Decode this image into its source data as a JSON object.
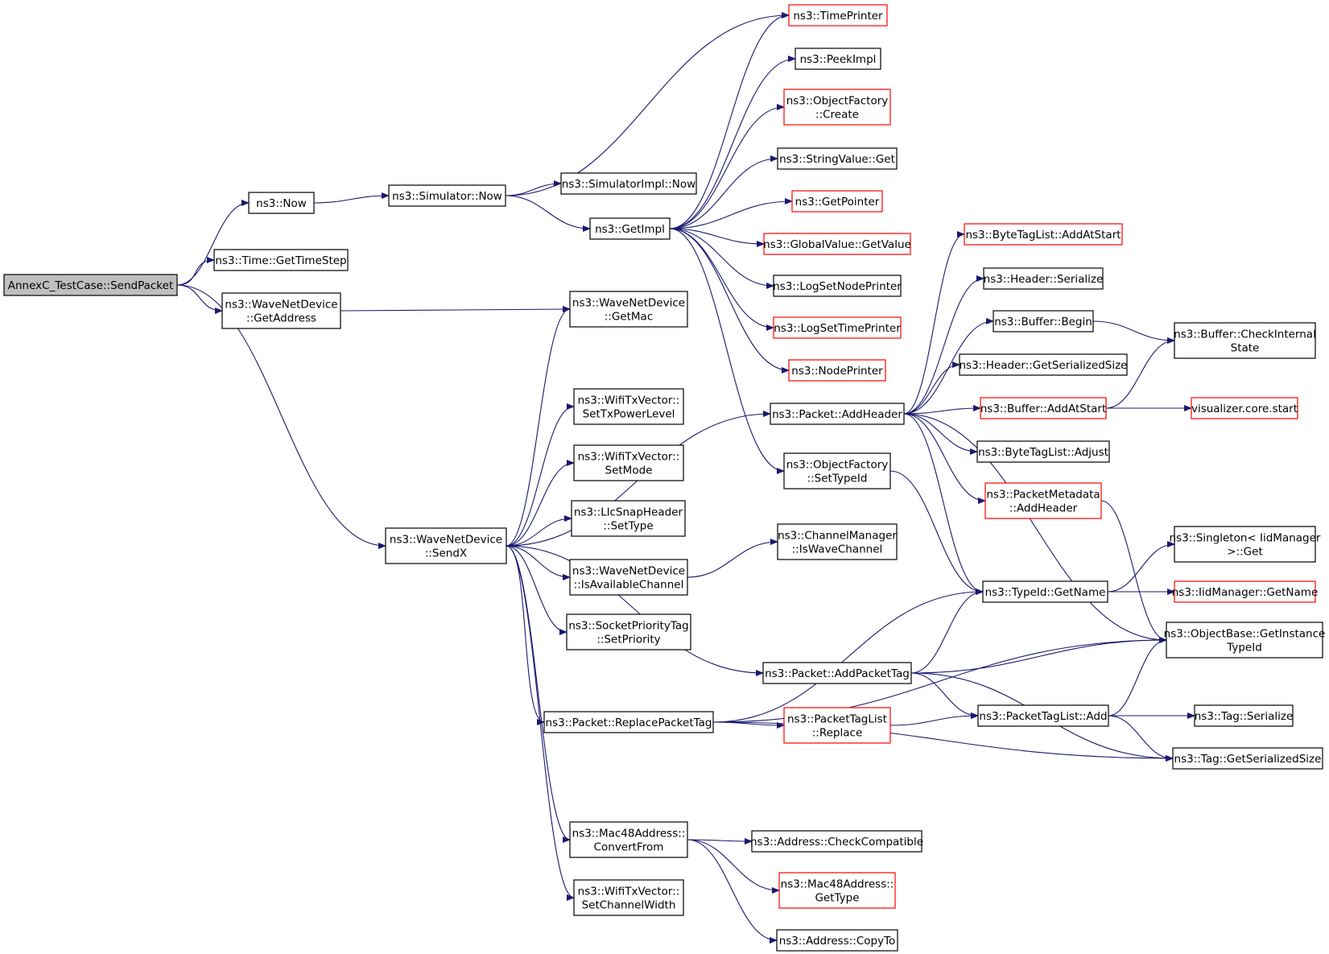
{
  "colors": {
    "edge": "#191970",
    "node_border": "#000000",
    "node_border_truncated": "#ff0000",
    "root_fill": "#bfbfbf",
    "node_fill": "#ffffff"
  },
  "nodes": [
    {
      "id": "n0",
      "lines": [
        "AnnexC_TestCase::SendPacket"
      ],
      "style": "root"
    },
    {
      "id": "n1",
      "lines": [
        "ns3::Now"
      ]
    },
    {
      "id": "n2",
      "lines": [
        "ns3::Time::GetTimeStep"
      ]
    },
    {
      "id": "n3",
      "lines": [
        "ns3::WaveNetDevice",
        "::GetAddress"
      ]
    },
    {
      "id": "n4",
      "lines": [
        "ns3::WaveNetDevice",
        "::SendX"
      ]
    },
    {
      "id": "n5",
      "lines": [
        "ns3::Simulator::Now"
      ]
    },
    {
      "id": "n6",
      "lines": [
        "ns3::TimePrinter"
      ],
      "style": "truncated"
    },
    {
      "id": "n7",
      "lines": [
        "ns3::SimulatorImpl::Now"
      ]
    },
    {
      "id": "n8",
      "lines": [
        "ns3::GetImpl"
      ]
    },
    {
      "id": "n9",
      "lines": [
        "ns3::PeekImpl"
      ]
    },
    {
      "id": "n10",
      "lines": [
        "ns3::ObjectFactory",
        "::Create"
      ],
      "style": "truncated"
    },
    {
      "id": "n11",
      "lines": [
        "ns3::StringValue::Get"
      ]
    },
    {
      "id": "n12",
      "lines": [
        "ns3::GetPointer"
      ],
      "style": "truncated"
    },
    {
      "id": "n13",
      "lines": [
        "ns3::GlobalValue::GetValue"
      ],
      "style": "truncated"
    },
    {
      "id": "n14",
      "lines": [
        "ns3::LogSetNodePrinter"
      ]
    },
    {
      "id": "n15",
      "lines": [
        "ns3::LogSetTimePrinter"
      ],
      "style": "truncated"
    },
    {
      "id": "n16",
      "lines": [
        "ns3::NodePrinter"
      ],
      "style": "truncated"
    },
    {
      "id": "n17",
      "lines": [
        "ns3::ObjectFactory",
        "::SetTypeId"
      ]
    },
    {
      "id": "n18",
      "lines": [
        "ns3::TypeId::GetName"
      ]
    },
    {
      "id": "n19",
      "lines": [
        "ns3::WaveNetDevice",
        "::GetMac"
      ]
    },
    {
      "id": "n20",
      "lines": [
        "ns3::WifiTxVector::",
        "SetTxPowerLevel"
      ]
    },
    {
      "id": "n21",
      "lines": [
        "ns3::WifiTxVector::",
        "SetMode"
      ]
    },
    {
      "id": "n22",
      "lines": [
        "ns3::LlcSnapHeader",
        "::SetType"
      ]
    },
    {
      "id": "n23",
      "lines": [
        "ns3::WaveNetDevice",
        "::IsAvailableChannel"
      ]
    },
    {
      "id": "n24",
      "lines": [
        "ns3::SocketPriorityTag",
        "::SetPriority"
      ]
    },
    {
      "id": "n25",
      "lines": [
        "ns3::Packet::ReplacePacketTag"
      ]
    },
    {
      "id": "n26",
      "lines": [
        "ns3::Mac48Address::",
        "ConvertFrom"
      ]
    },
    {
      "id": "n27",
      "lines": [
        "ns3::WifiTxVector::",
        "SetChannelWidth"
      ]
    },
    {
      "id": "n28",
      "lines": [
        "ns3::Packet::AddHeader"
      ]
    },
    {
      "id": "n29",
      "lines": [
        "ns3::Packet::AddPacketTag"
      ]
    },
    {
      "id": "n30",
      "lines": [
        "ns3::ChannelManager",
        "::IsWaveChannel"
      ]
    },
    {
      "id": "n31",
      "lines": [
        "ns3::PacketTagList",
        "::Replace"
      ],
      "style": "truncated"
    },
    {
      "id": "n32",
      "lines": [
        "ns3::Address::CheckCompatible"
      ]
    },
    {
      "id": "n33",
      "lines": [
        "ns3::Mac48Address::",
        "GetType"
      ],
      "style": "truncated"
    },
    {
      "id": "n34",
      "lines": [
        "ns3::Address::CopyTo"
      ]
    },
    {
      "id": "n35",
      "lines": [
        "ns3::ByteTagList::AddAtStart"
      ],
      "style": "truncated"
    },
    {
      "id": "n36",
      "lines": [
        "ns3::Header::Serialize"
      ]
    },
    {
      "id": "n37",
      "lines": [
        "ns3::Buffer::Begin"
      ]
    },
    {
      "id": "n38",
      "lines": [
        "ns3::Header::GetSerializedSize"
      ]
    },
    {
      "id": "n39",
      "lines": [
        "ns3::Buffer::AddAtStart"
      ],
      "style": "truncated"
    },
    {
      "id": "n40",
      "lines": [
        "ns3::ByteTagList::Adjust"
      ]
    },
    {
      "id": "n41",
      "lines": [
        "ns3::PacketMetadata",
        "::AddHeader"
      ],
      "style": "truncated"
    },
    {
      "id": "n42",
      "lines": [
        "ns3::Buffer::CheckInternal",
        "State"
      ]
    },
    {
      "id": "n43",
      "lines": [
        "visualizer.core.start"
      ],
      "style": "truncated"
    },
    {
      "id": "n44",
      "lines": [
        "ns3::PacketTagList::Add"
      ]
    },
    {
      "id": "n45",
      "lines": [
        "ns3::Singleton< IidManager",
        ">::Get"
      ]
    },
    {
      "id": "n46",
      "lines": [
        "ns3::IidManager::GetName"
      ],
      "style": "truncated"
    },
    {
      "id": "n47",
      "lines": [
        "ns3::ObjectBase::GetInstance",
        "TypeId"
      ]
    },
    {
      "id": "n48",
      "lines": [
        "ns3::Tag::Serialize"
      ]
    },
    {
      "id": "n49",
      "lines": [
        "ns3::Tag::GetSerializedSize"
      ]
    }
  ],
  "edges": [
    [
      "n0",
      "n1"
    ],
    [
      "n0",
      "n2"
    ],
    [
      "n0",
      "n3"
    ],
    [
      "n0",
      "n4"
    ],
    [
      "n1",
      "n5"
    ],
    [
      "n5",
      "n6"
    ],
    [
      "n5",
      "n7"
    ],
    [
      "n5",
      "n8"
    ],
    [
      "n8",
      "n6"
    ],
    [
      "n8",
      "n9"
    ],
    [
      "n8",
      "n10"
    ],
    [
      "n8",
      "n11"
    ],
    [
      "n8",
      "n12"
    ],
    [
      "n8",
      "n13"
    ],
    [
      "n8",
      "n14"
    ],
    [
      "n8",
      "n15"
    ],
    [
      "n8",
      "n16"
    ],
    [
      "n8",
      "n17"
    ],
    [
      "n3",
      "n19"
    ],
    [
      "n4",
      "n19"
    ],
    [
      "n4",
      "n20"
    ],
    [
      "n4",
      "n21"
    ],
    [
      "n4",
      "n22"
    ],
    [
      "n4",
      "n23"
    ],
    [
      "n4",
      "n24"
    ],
    [
      "n4",
      "n25"
    ],
    [
      "n4",
      "n26"
    ],
    [
      "n4",
      "n27"
    ],
    [
      "n4",
      "n28"
    ],
    [
      "n4",
      "n29"
    ],
    [
      "n23",
      "n30"
    ],
    [
      "n28",
      "n35"
    ],
    [
      "n28",
      "n36"
    ],
    [
      "n28",
      "n37"
    ],
    [
      "n28",
      "n38"
    ],
    [
      "n28",
      "n39"
    ],
    [
      "n28",
      "n40"
    ],
    [
      "n28",
      "n41"
    ],
    [
      "n28",
      "n18"
    ],
    [
      "n28",
      "n47"
    ],
    [
      "n37",
      "n42"
    ],
    [
      "n39",
      "n42"
    ],
    [
      "n39",
      "n43"
    ],
    [
      "n17",
      "n18"
    ],
    [
      "n41",
      "n47"
    ],
    [
      "n18",
      "n45"
    ],
    [
      "n18",
      "n46"
    ],
    [
      "n29",
      "n18"
    ],
    [
      "n29",
      "n47"
    ],
    [
      "n29",
      "n44"
    ],
    [
      "n29",
      "n49"
    ],
    [
      "n25",
      "n18"
    ],
    [
      "n25",
      "n47"
    ],
    [
      "n25",
      "n31"
    ],
    [
      "n25",
      "n49"
    ],
    [
      "n31",
      "n44"
    ],
    [
      "n44",
      "n47"
    ],
    [
      "n44",
      "n48"
    ],
    [
      "n44",
      "n49"
    ],
    [
      "n26",
      "n32"
    ],
    [
      "n26",
      "n33"
    ],
    [
      "n26",
      "n34"
    ]
  ]
}
